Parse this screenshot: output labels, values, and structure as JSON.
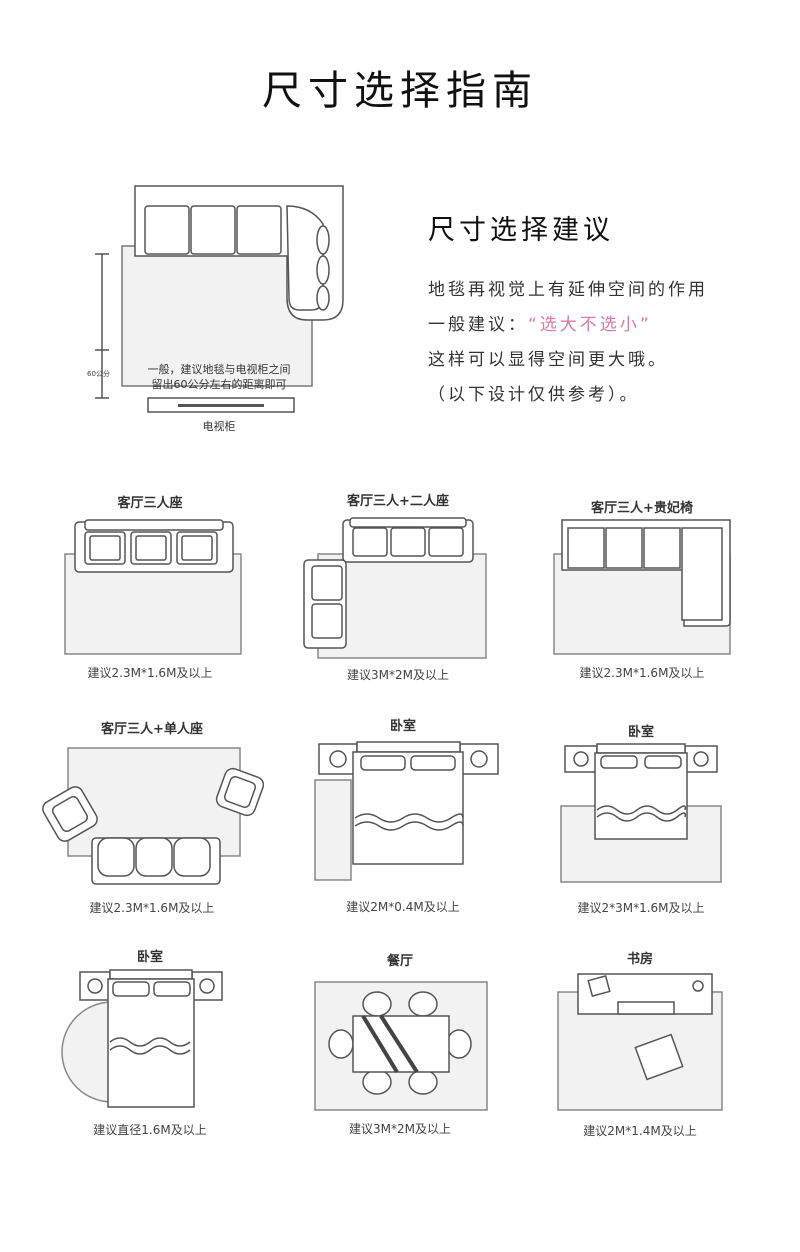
{
  "page": {
    "title": "尺寸选择指南"
  },
  "main_diagram": {
    "distance_label": "60公分",
    "note_line1": "一般，建议地毯与电视柜之间",
    "note_line2": "留出60公分左右的距离即可",
    "tv_label": "电视柜"
  },
  "suggestion": {
    "heading": "尺寸选择建议",
    "line1": "地毯再视觉上有延伸空间的作用",
    "line2_prefix": "一般建议：",
    "line2_open_quote": "“",
    "line2_highlight": "选大不选小",
    "line2_close_quote": "”",
    "line3": "这样可以显得空间更大哦。",
    "line4": "（以下设计仅供参考）。",
    "highlight_color": "#d87aa3"
  },
  "rooms": [
    {
      "title": "客厅三人座",
      "caption": "建议2.3M*1.6M及以上"
    },
    {
      "title": "客厅三人+二人座",
      "caption": "建议3M*2M及以上"
    },
    {
      "title": "客厅三人+贵妃椅",
      "caption": "建议2.3M*1.6M及以上"
    },
    {
      "title": "客厅三人+单人座",
      "caption": "建议2.3M*1.6M及以上"
    },
    {
      "title": "卧室",
      "caption": "建议2M*0.4M及以上"
    },
    {
      "title": "卧室",
      "caption": "建议2*3M*1.6M及以上"
    },
    {
      "title": "卧室",
      "caption": "建议直径1.6M及以上"
    },
    {
      "title": "餐厅",
      "caption": "建议3M*2M及以上"
    },
    {
      "title": "书房",
      "caption": "建议2M*1.4M及以上"
    }
  ]
}
